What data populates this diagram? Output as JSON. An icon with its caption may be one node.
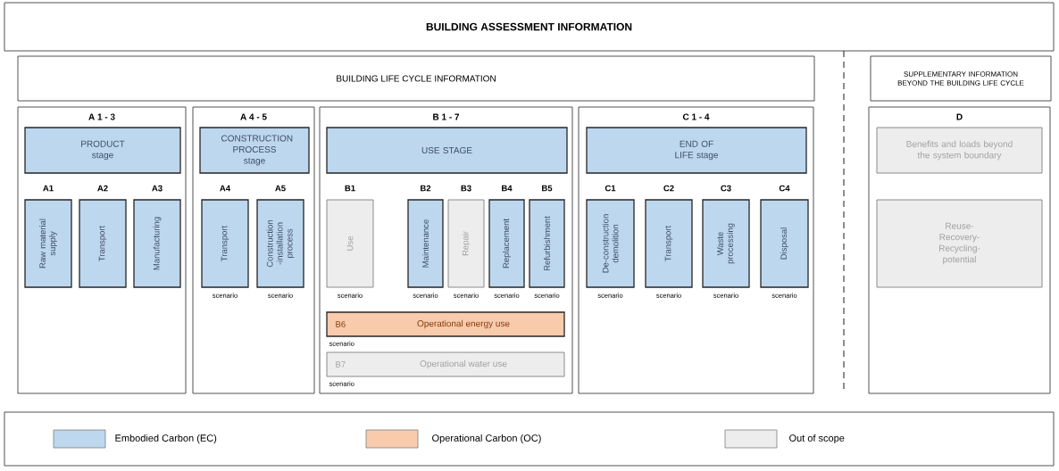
{
  "diagram": {
    "nodes": [
      {
        "text": [
          "BUILDING ASSESSMENT INFORMATION"
        ]
      },
      {
        "text": [
          "BUILDING LIFE CYCLE INFORMATION"
        ]
      },
      {
        "text": [
          "SUPPLEMENTARY INFORMATION BEYOND THE BUILDING LIFE CYCLE"
        ]
      },
      {
        "text": [
          "A 1 - 3"
        ]
      },
      {
        "text": [
          "PRODUCT stage"
        ],
        "in": 3
      },
      {
        "text": [
          "A1",
          "Raw material supply"
        ],
        "in": 3
      },
      {
        "text": [
          "A2",
          "Transport"
        ],
        "in": 3
      },
      {
        "text": [
          "A3",
          "Manufacturing"
        ],
        "in": 3
      },
      {
        "text": [
          "A 4 - 5"
        ]
      },
      {
        "text": [
          "CONSTRUCTION PROCESS stage"
        ],
        "in": 8
      },
      {
        "text": [
          "A4",
          "Transport"
        ],
        "in": 8,
        "beside": [
          "scenario"
        ]
      },
      {
        "text": [
          "A5",
          "Construction -installation process"
        ],
        "in": 8,
        "beside": [
          "scenario"
        ]
      },
      {
        "text": [
          "B 1 - 7"
        ]
      },
      {
        "text": [
          "USE STAGE"
        ],
        "in": 12
      },
      {
        "text": [
          "B1",
          "Use"
        ],
        "in": 12,
        "beside": [
          "scenario"
        ]
      },
      {
        "text": [
          "B2",
          "Maintenance"
        ],
        "in": 12,
        "beside": [
          "scenario"
        ]
      },
      {
        "text": [
          "B3",
          "Repair"
        ],
        "in": 12,
        "beside": [
          "scenario"
        ]
      },
      {
        "text": [
          "B4",
          "Replacement"
        ],
        "in": 12,
        "beside": [
          "scenario"
        ]
      },
      {
        "text": [
          "B5",
          "Refurbishment"
        ],
        "in": 12,
        "beside": [
          "scenario"
        ]
      },
      {
        "text": [
          "B6",
          "Operational energy use"
        ],
        "in": 12,
        "beside": [
          "scenario"
        ]
      },
      {
        "text": [
          "B7",
          "Operational water use"
        ],
        "in": 12,
        "beside": [
          "scenario"
        ]
      },
      {
        "text": [
          "C 1 - 4"
        ]
      },
      {
        "text": [
          "END OF LIFE stage"
        ],
        "in": 21
      },
      {
        "text": [
          "C1",
          "De-construction demolition"
        ],
        "in": 21,
        "beside": [
          "scenario"
        ]
      },
      {
        "text": [
          "C2",
          "Transport"
        ],
        "in": 21,
        "beside": [
          "scenario"
        ]
      },
      {
        "text": [
          "C3",
          "Waste processing"
        ],
        "in": 21,
        "beside": [
          "scenario"
        ]
      },
      {
        "text": [
          "C4",
          "Disposal"
        ],
        "in": 21,
        "beside": [
          "scenario"
        ]
      },
      {
        "text": [
          "D"
        ]
      },
      {
        "text": [
          "Benefits and loads beyond the system boundary"
        ],
        "in": 27
      },
      {
        "text": [
          "Reuse- Recovery- Recycling- potential"
        ],
        "in": 27
      }
    ],
    "legend": [
      {
        "text": "Embodied Carbon (EC)",
        "color": "#bdd7ee"
      },
      {
        "text": "Operational Carbon (OC)",
        "color": "#f8cbad"
      },
      {
        "text": "Out of scope",
        "color": "#ededed"
      }
    ]
  }
}
